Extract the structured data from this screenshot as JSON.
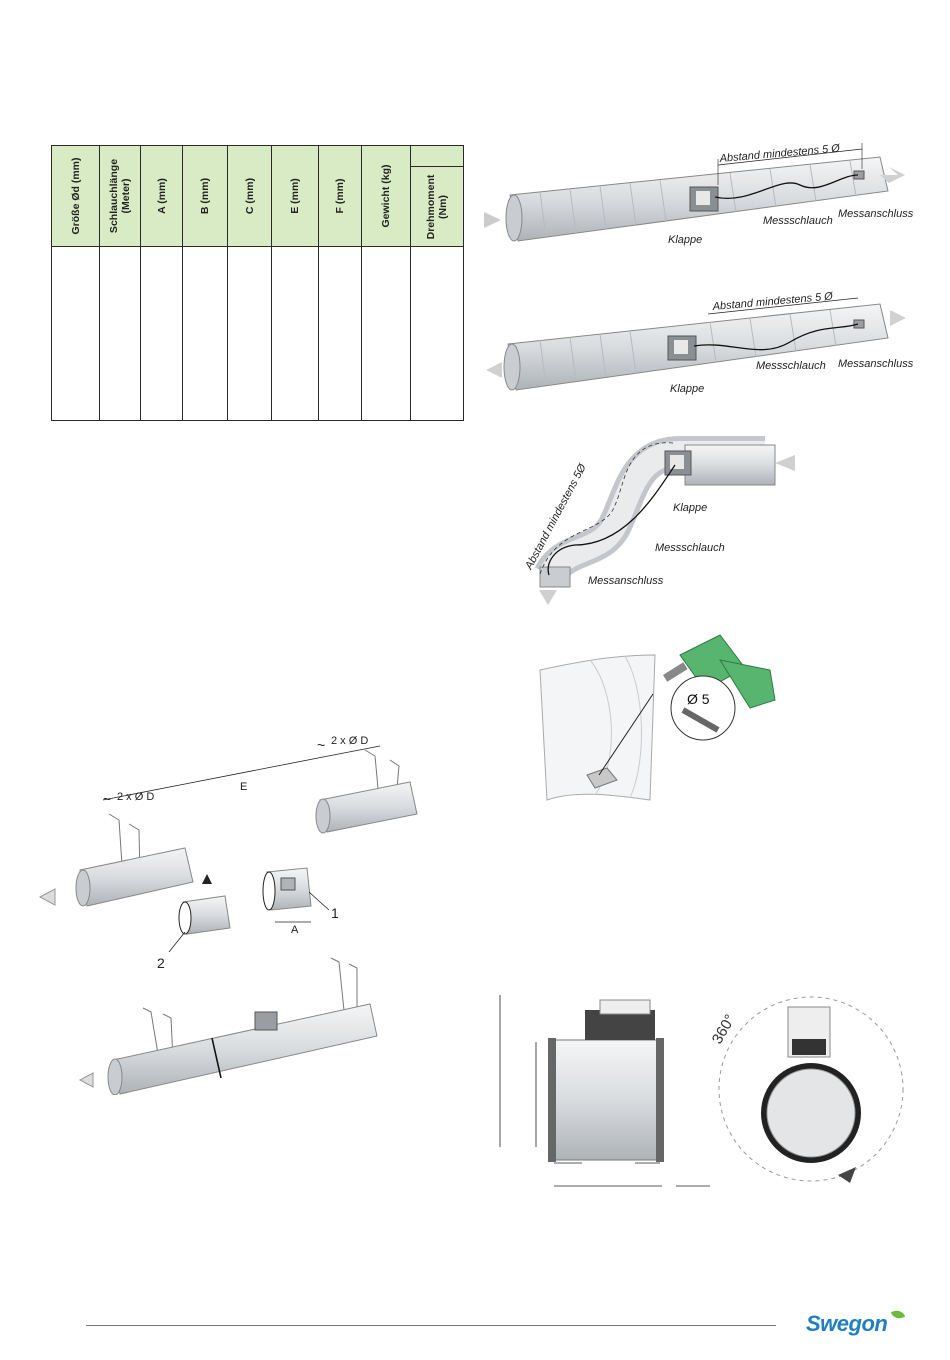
{
  "table": {
    "headers": [
      "Größe Ød (mm)",
      "Schlauchlänge (Meter)",
      "A (mm)",
      "B (mm)",
      "C (mm)",
      "E (mm)",
      "F (mm)",
      "Gewicht (kg)",
      "Drehmoment (Nm)"
    ],
    "rows": [
      [
        "",
        "",
        "",
        "",
        "",
        "",
        "",
        "",
        ""
      ]
    ]
  },
  "diagram1": {
    "distance": "Abstand mindestens 5 Ø",
    "tube": "Messschlauch",
    "port": "Messanschluss",
    "damper": "Klappe"
  },
  "diagram2": {
    "distance": "Abstand mindestens 5 Ø",
    "tube": "Messschlauch",
    "port": "Messanschluss",
    "damper": "Klappe"
  },
  "diagram3": {
    "distance": "Abstand mindestens 5Ø",
    "tube": "Messschlauch",
    "port": "Messanschluss",
    "damper": "Klappe"
  },
  "drill": {
    "diameter": "Ø 5"
  },
  "install": {
    "dim_left": "2 x Ø D",
    "dim_right": "2 x Ø D",
    "dim_e": "E",
    "dim_a": "A",
    "part1": "1",
    "part2": "2",
    "tilde": "~"
  },
  "rotation": {
    "angle": "360°"
  },
  "footer": {
    "brand": "Swegon"
  },
  "colors": {
    "header_green": "#d8ebc4",
    "brand_blue": "#1f7fc0",
    "brand_leaf": "#6dbb3c"
  }
}
